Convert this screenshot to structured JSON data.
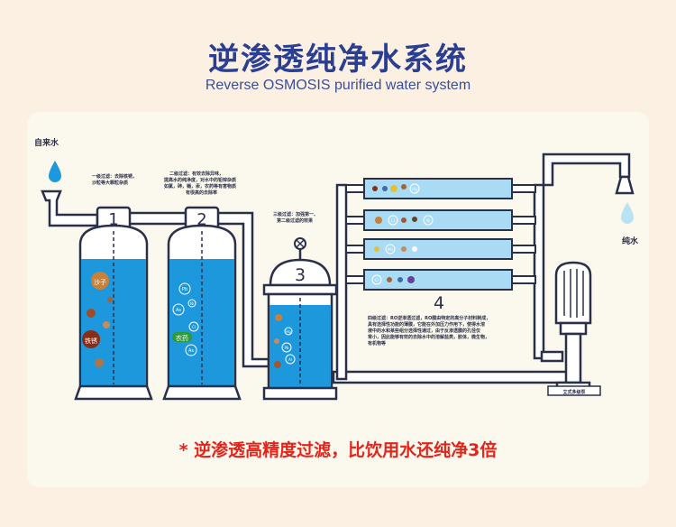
{
  "header": {
    "title": "逆渗透纯净水系统",
    "subtitle": "Reverse OSMOSIS purified water system"
  },
  "inlet_label": "自来水",
  "outlet_label": "纯水",
  "stages": [
    {
      "number": "1",
      "desc_lines": [
        "一级过滤：去除铁锈，",
        "沙粒等大颗粒杂质"
      ]
    },
    {
      "number": "2",
      "desc_lines": [
        "二级过滤：有效去除异味，",
        "提高水的纯净度，对水中的铅锌杂质",
        "如氯，砷，镉，汞，农药等有害物质",
        "有很高的去除率"
      ]
    },
    {
      "number": "3",
      "desc_lines": [
        "三级过滤：加强第一、",
        "第二级过滤的效果"
      ]
    },
    {
      "number": "4",
      "desc_lines": [
        "四级过滤：RO逆渗透过滤，RO膜由特定的高分子材料制成，",
        "具有选择性功能的薄膜，它能在外加压力作用下，使得水溶",
        "液中的水和某些组分选择性通过，由于反渗透膜的孔径仅",
        "常小，因此能够有效的去除水中的溶解盐类，胶体，微生物，",
        "有机物等"
      ]
    }
  ],
  "tank1_labels": [
    "沙子",
    "铁锈"
  ],
  "tank2_labels": [
    "Pb",
    "Ni",
    "As",
    "Cl",
    "农药",
    "As"
  ],
  "tank3_labels": [
    "Hg",
    "Pb",
    "Al"
  ],
  "membrane_labels": [
    "Hg",
    "Cl",
    "Ni",
    "Mn",
    "Cl"
  ],
  "pump_label": "立式多级泵",
  "footer_note": "* 逆渗透高精度过滤，比饮用水还纯净3倍"
}
